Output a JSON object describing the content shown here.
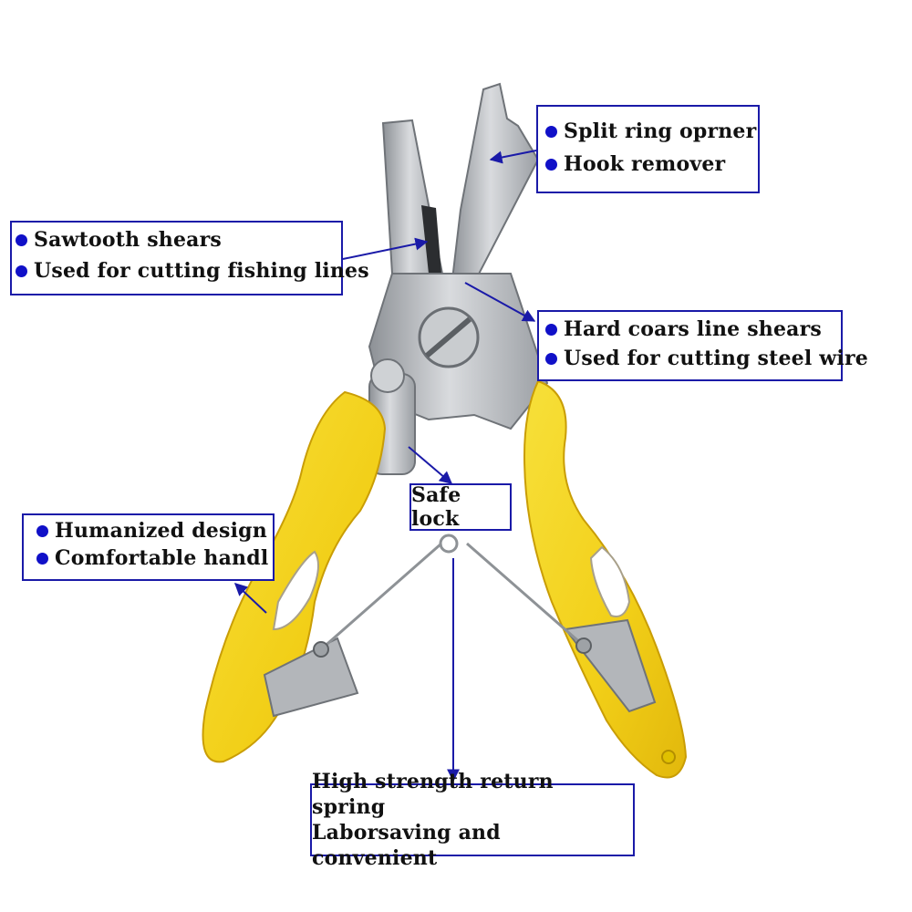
{
  "callouts": {
    "split_ring": [
      "Split ring oprner",
      "Hook remover"
    ],
    "sawtooth": [
      "Sawtooth shears",
      "Used for cutting fishing lines"
    ],
    "hard_coars": [
      "Hard coars line shears",
      "Used for cutting steel wire"
    ],
    "safe_lock": "Safe lock",
    "humanized": [
      "Humanized design",
      "Comfortable handl"
    ],
    "spring": [
      "High strength return spring",
      "Laborsaving and convenient"
    ]
  },
  "colors": {
    "callout_border": "#1a1aa8",
    "bullet": "#1010c8",
    "handle_yellow": "#f3d51c",
    "steel": "#b9bcc0"
  },
  "icons": {
    "bullet": "dot-bullet-icon"
  }
}
